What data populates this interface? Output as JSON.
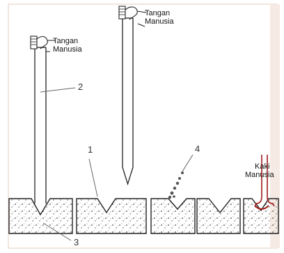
{
  "labels": {
    "hand_top": [
      "Tangan",
      "Manusia"
    ],
    "hand_left": [
      "Tangan",
      "Manusia"
    ],
    "foot": [
      "Kaki",
      "Manusia"
    ]
  },
  "numbers": [
    "1",
    "2",
    "3",
    "4"
  ]
}
